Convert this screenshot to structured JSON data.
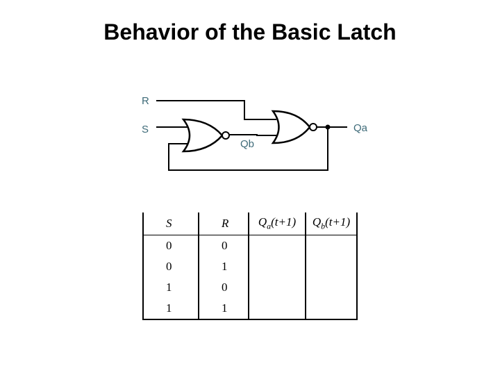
{
  "title": "Behavior of the Basic Latch",
  "circuit": {
    "labels": {
      "r": "R",
      "s": "S",
      "qa": "Qa",
      "qb": "Qb"
    },
    "gate_type": "NOR",
    "label_color": "#3d6a78"
  },
  "table": {
    "headers": [
      {
        "main": "S",
        "sub": ""
      },
      {
        "main": "R",
        "sub": ""
      },
      {
        "main": "Q",
        "sub": "a",
        "tail": "(t+1)"
      },
      {
        "main": "Q",
        "sub": "b",
        "tail": "(t+1)"
      }
    ],
    "rows": [
      [
        "0",
        "0",
        "",
        ""
      ],
      [
        "0",
        "1",
        "",
        ""
      ],
      [
        "1",
        "0",
        "",
        ""
      ],
      [
        "1",
        "1",
        "",
        ""
      ]
    ]
  }
}
